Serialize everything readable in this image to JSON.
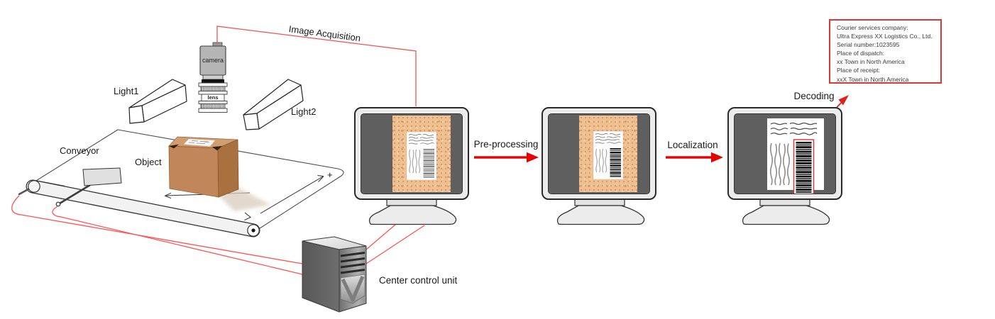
{
  "labels": {
    "light1": "Light1",
    "light2": "Light2",
    "conveyor": "Conveyor",
    "object": "Object",
    "camera": "camera",
    "lens": "lens",
    "image_acquisition": "Image Acquisition",
    "pre_processing": "Pre-processing",
    "localization": "Localization",
    "decoding": "Decoding",
    "center_control_unit": "Center control unit",
    "axis_plus": "+"
  },
  "result_box": {
    "lines": [
      "Courier services company:",
      "Ultra Express XX Logistics Co., Ltd.",
      "Serial number:1023595",
      "Place of dispatch:",
      "xx Town in North America",
      "Place of receipt:",
      "xxX Town in North America"
    ]
  },
  "colors": {
    "accent_red": "#e60000",
    "cable_red": "#ff5252",
    "screen_gray": "#5f5f5f",
    "panel_orange": "#eec091",
    "box_front": "#c1875a",
    "box_side": "#a9713f",
    "box_top": "#cf9d6f"
  }
}
